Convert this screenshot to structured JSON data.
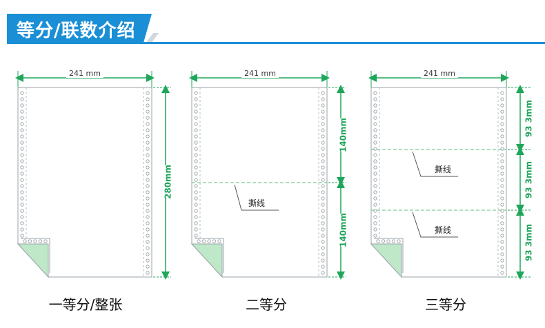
{
  "header": {
    "title": "等分/联数介绍"
  },
  "colors": {
    "accent": "#1a8fd6",
    "dimension": "#1ea65a",
    "paper_edge": "#9aa3a8",
    "tear": "#5bbf7a",
    "fold": "#bfe8c8"
  },
  "panels": [
    {
      "caption": "一等分/整张",
      "width_label": "241 mm",
      "height_labels": [
        "280mm"
      ],
      "tear_labels": []
    },
    {
      "caption": "二等分",
      "width_label": "241 mm",
      "height_labels": [
        "140mm",
        "140mm"
      ],
      "tear_labels": [
        "撕线"
      ]
    },
    {
      "caption": "三等分",
      "width_label": "241 mm",
      "height_labels": [
        "93 3mm",
        "93 3mm",
        "93 3mm"
      ],
      "tear_labels": [
        "撕线",
        "撕线"
      ]
    }
  ]
}
